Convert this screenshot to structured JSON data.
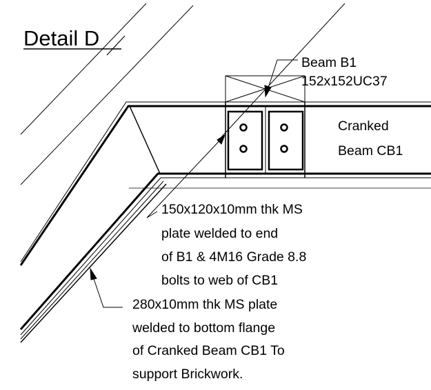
{
  "title": "Detail D",
  "beam_b1": {
    "line1": "Beam B1",
    "line2": "152x152UC37"
  },
  "cranked_beam": {
    "line1": "Cranked",
    "line2": "Beam CB1"
  },
  "note_plate_connection": [
    "150x120x10mm thk MS",
    "plate welded to end",
    "of B1 & 4M16 Grade 8.8",
    "bolts to web of CB1"
  ],
  "note_bottom_plate": [
    "280x10mm thk MS plate",
    "welded to bottom flange",
    "of Cranked Beam CB1 To",
    "support Brickwork."
  ]
}
